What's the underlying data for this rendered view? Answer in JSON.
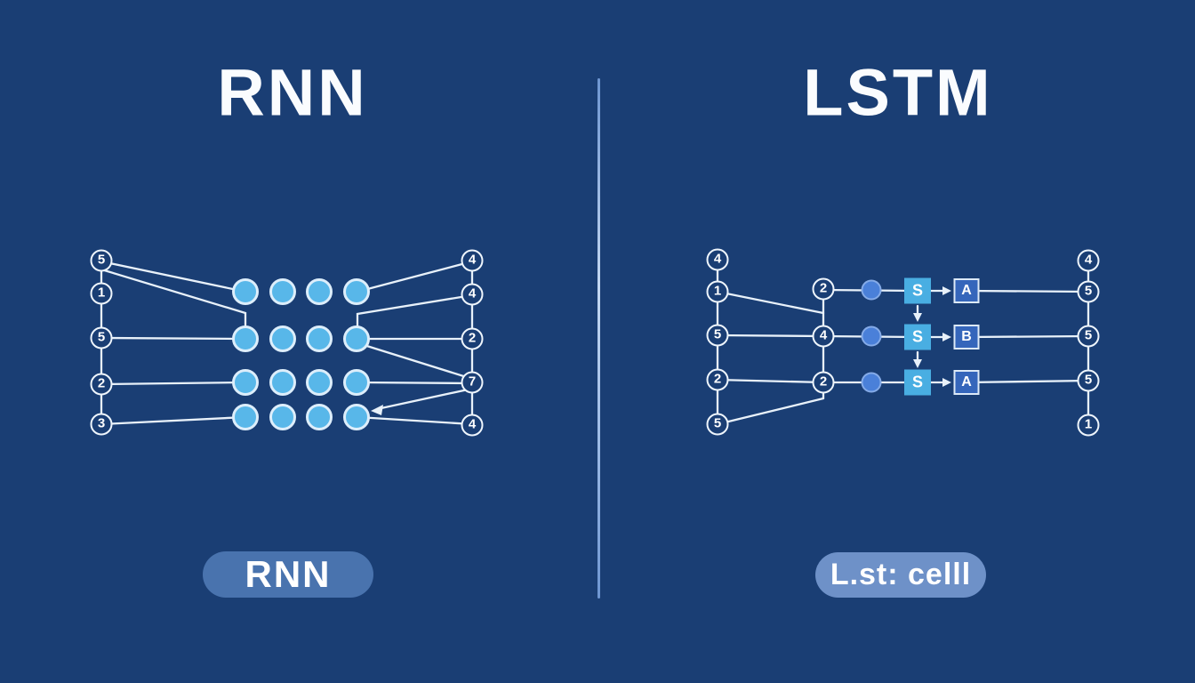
{
  "rnn": {
    "title": "RNN",
    "left_nodes": [
      "5",
      "1",
      "5",
      "2",
      "3"
    ],
    "right_nodes": [
      "4",
      "4",
      "2",
      "7",
      "4"
    ],
    "button_label": "RNN"
  },
  "lstm": {
    "title": "LSTM",
    "left_nodes": [
      "4",
      "1",
      "5",
      "2",
      "5"
    ],
    "mid_nodes": [
      "2",
      "4",
      "2"
    ],
    "cell_labels": [
      "S",
      "S",
      "S"
    ],
    "gate_labels": [
      "A",
      "B",
      "A"
    ],
    "right_nodes": [
      "4",
      "5",
      "5",
      "5",
      "1"
    ],
    "button_label": "L.st: celll"
  },
  "colors": {
    "background": "#1a3e74",
    "line": "#e8f1fa",
    "node_stroke": "#eef5fc",
    "grid_circle_fill": "#58b7e9",
    "grid_circle_stroke": "#ddeefb",
    "dot_fill": "#4a80d9",
    "dot_stroke": "#85abe8",
    "cell_square_fill": "#49aee2",
    "gate_square_fill": "#3566bb",
    "divider": "#a8c4e8",
    "rnn_button_bg": "#4973ae",
    "lstm_button_bg": "#6e91c8",
    "title_color": "#fafcfe"
  }
}
